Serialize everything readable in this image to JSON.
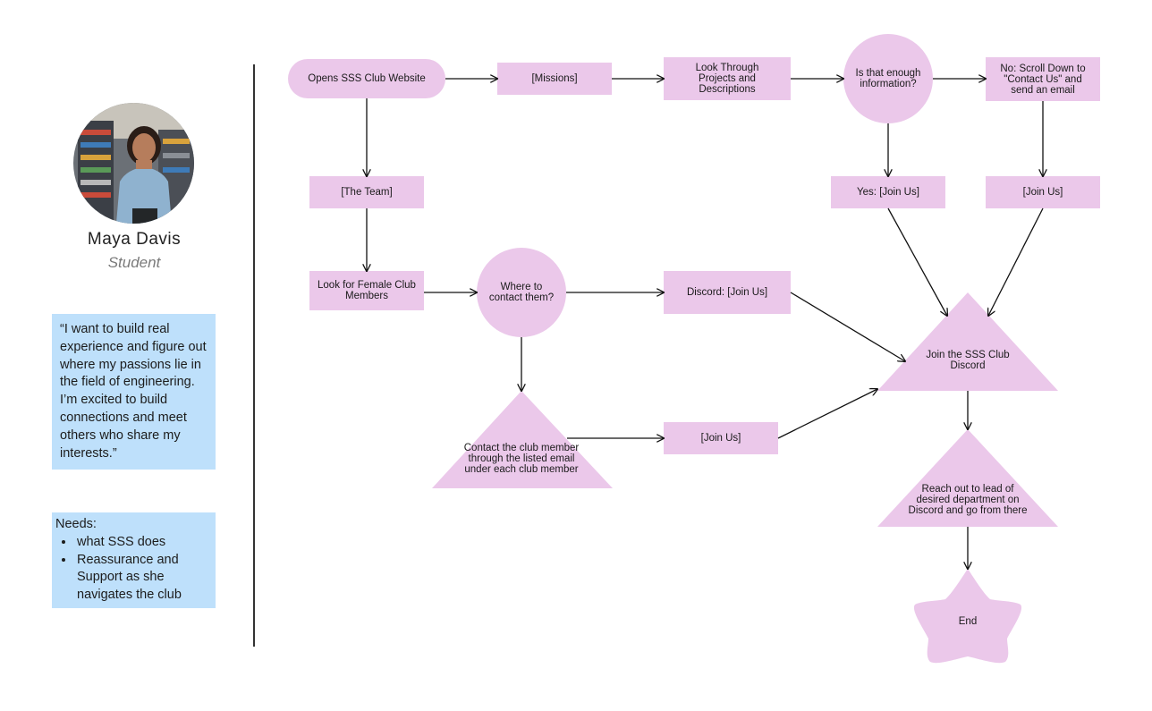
{
  "persona": {
    "name": "Maya Davis",
    "role": "Student",
    "quote": "“I want to build real experience and figure out where my passions lie in the field of engineering. I’m excited to build connections and meet others who share my interests.”",
    "needs_title": "Needs:",
    "needs": [
      "what SSS does",
      "Reassurance and Support as she navigates the club"
    ]
  },
  "flow": {
    "opens_website": "Opens SSS Club Website",
    "missions": "[Missions]",
    "look_through_projects": "Look Through Projects and Descriptions",
    "enough_info_question": "Is that enough information?",
    "no_scroll_contact": "No: Scroll Down to \"Contact Us\" and send an email",
    "the_team": "[The Team]",
    "yes_join_us": "Yes: [Join Us]",
    "join_us_right": "[Join Us]",
    "look_female_members": "Look for Female Club Members",
    "where_contact_question": "Where to contact them?",
    "discord_join_us": "Discord: [Join Us]",
    "join_sss_discord": "Join the SSS Club Discord",
    "contact_member_email": "Contact the club member through the listed email under each club member",
    "join_us_bottom": "[Join Us]",
    "reach_out_lead": "Reach out to lead of desired department on Discord and go from there",
    "end": "End"
  },
  "colors": {
    "node_fill": "#ebc8ea",
    "card_fill": "#bee0fb",
    "line": "#111111"
  }
}
